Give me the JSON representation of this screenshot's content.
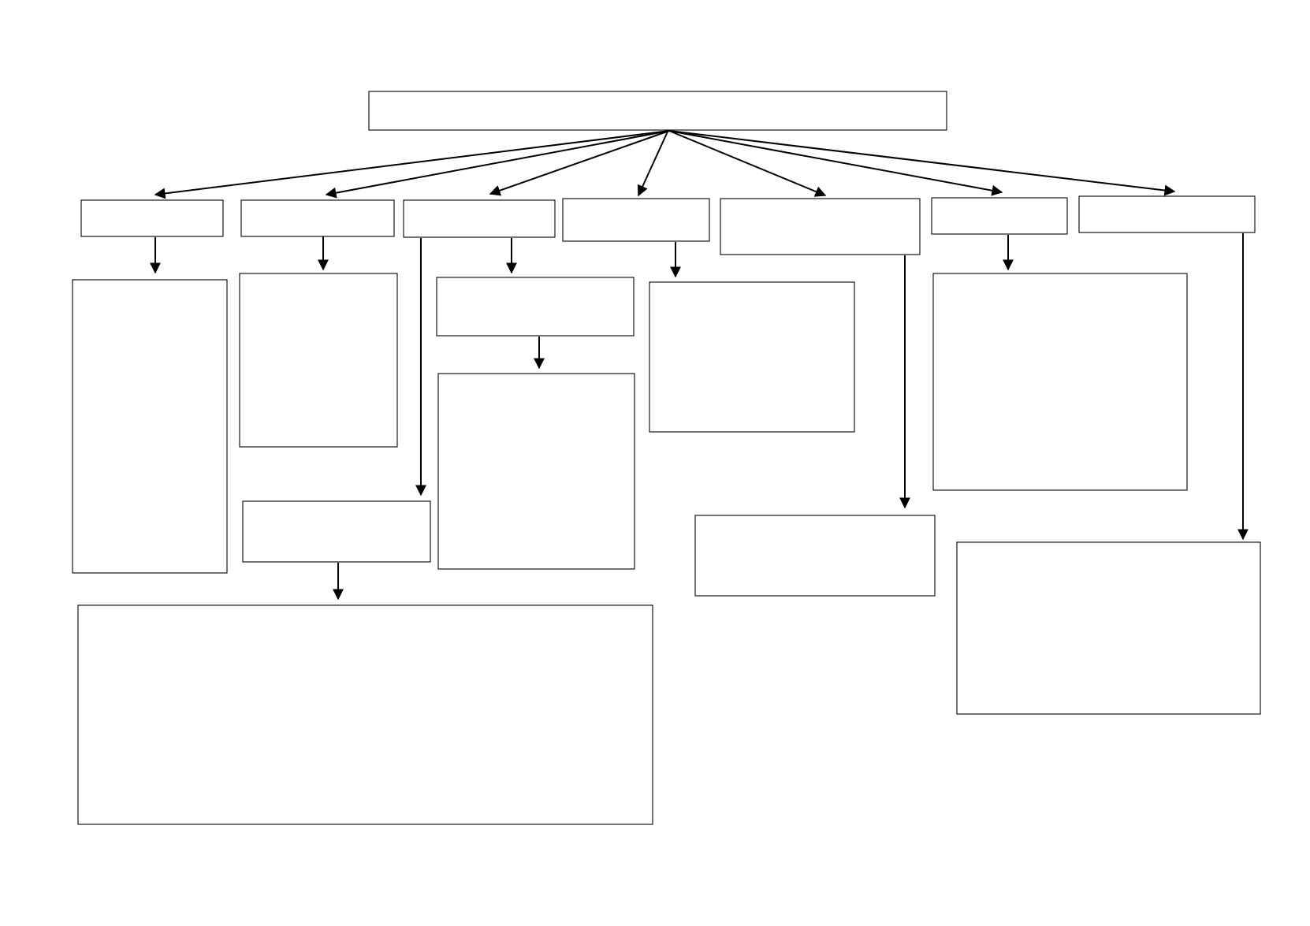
{
  "diagram": {
    "type": "hierarchy",
    "nodes": [
      {
        "id": "root",
        "label": ""
      },
      {
        "id": "category-1",
        "label": ""
      },
      {
        "id": "category-2",
        "label": ""
      },
      {
        "id": "category-3",
        "label": ""
      },
      {
        "id": "category-4",
        "label": ""
      },
      {
        "id": "category-5",
        "label": ""
      },
      {
        "id": "category-6",
        "label": ""
      },
      {
        "id": "category-7",
        "label": ""
      },
      {
        "id": "category-1-detail",
        "label": ""
      },
      {
        "id": "category-2-detail",
        "label": ""
      },
      {
        "id": "category-2-sub",
        "label": ""
      },
      {
        "id": "category-2-sub-detail",
        "label": ""
      },
      {
        "id": "category-3-sub",
        "label": ""
      },
      {
        "id": "category-3-sub-detail",
        "label": ""
      },
      {
        "id": "category-4-detail",
        "label": ""
      },
      {
        "id": "category-5-detail",
        "label": ""
      },
      {
        "id": "category-6-detail",
        "label": ""
      },
      {
        "id": "category-7-detail",
        "label": ""
      }
    ],
    "edges": [
      {
        "from": "root",
        "to": "category-1"
      },
      {
        "from": "root",
        "to": "category-2"
      },
      {
        "from": "root",
        "to": "category-3"
      },
      {
        "from": "root",
        "to": "category-4"
      },
      {
        "from": "root",
        "to": "category-5"
      },
      {
        "from": "root",
        "to": "category-6"
      },
      {
        "from": "root",
        "to": "category-7"
      },
      {
        "from": "category-1",
        "to": "category-1-detail"
      },
      {
        "from": "category-2",
        "to": "category-2-detail"
      },
      {
        "from": "category-3",
        "to": "category-2-sub"
      },
      {
        "from": "category-2-sub",
        "to": "category-2-sub-detail"
      },
      {
        "from": "category-3",
        "to": "category-3-sub"
      },
      {
        "from": "category-3-sub",
        "to": "category-3-sub-detail"
      },
      {
        "from": "category-4",
        "to": "category-4-detail"
      },
      {
        "from": "category-5",
        "to": "category-5-detail"
      },
      {
        "from": "category-6",
        "to": "category-6-detail"
      },
      {
        "from": "category-7",
        "to": "category-7-detail"
      }
    ],
    "colors": {
      "stroke": "#000000",
      "fill": "#ffffff",
      "background": "#ffffff"
    }
  }
}
